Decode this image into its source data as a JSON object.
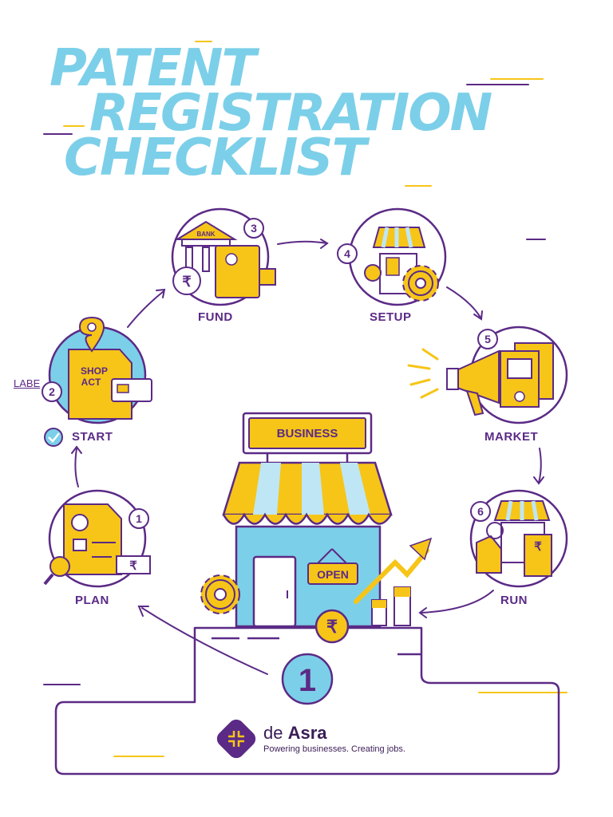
{
  "title": {
    "line1": "PATENT",
    "line2": "REGISTRATION",
    "line3": "CHECKLIST"
  },
  "steps": [
    {
      "num": "1",
      "label": "PLAN"
    },
    {
      "num": "2",
      "label": "START"
    },
    {
      "num": "3",
      "label": "FUND"
    },
    {
      "num": "4",
      "label": "SETUP"
    },
    {
      "num": "5",
      "label": "MARKET"
    },
    {
      "num": "6",
      "label": "RUN"
    }
  ],
  "illustration": {
    "store_sign": "BUSINESS",
    "door_sign": "OPEN",
    "bank_sign": "BANK",
    "shop_act_line1": "SHOP",
    "shop_act_line2": "ACT",
    "currency_symbol": "₹",
    "center_number": "1"
  },
  "side_label": "LABE",
  "brand": {
    "name_light": "de ",
    "name_bold": "Asra",
    "tagline": "Powering businesses. Creating jobs."
  },
  "colors": {
    "title_blue": "#7ccfe8",
    "purple": "#5b2a86",
    "yellow": "#f6c518",
    "light_blue": "#7ccfe8"
  }
}
